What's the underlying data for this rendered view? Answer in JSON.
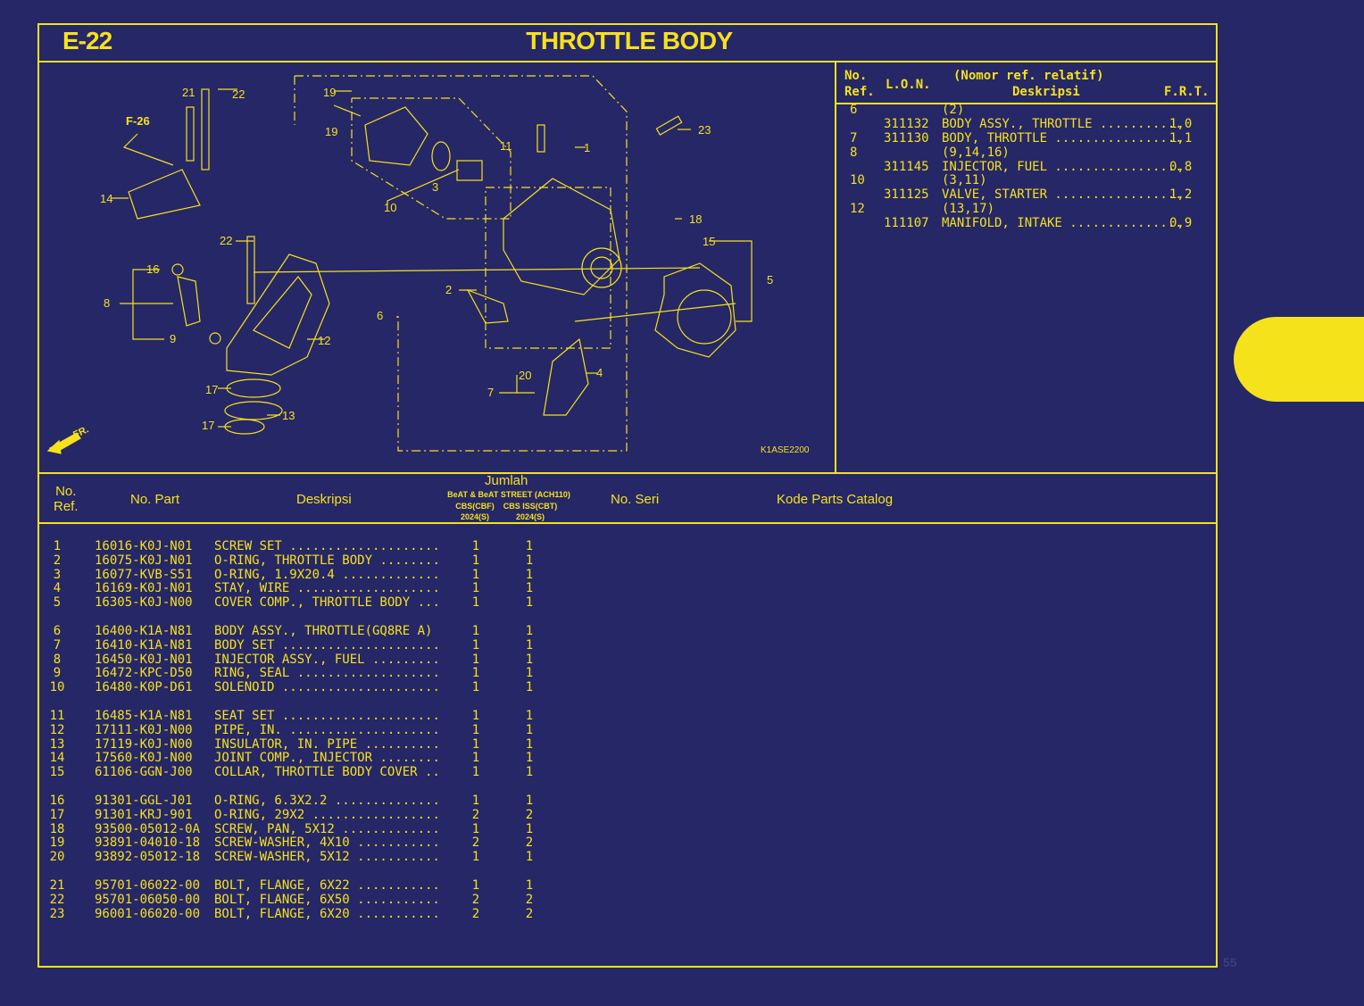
{
  "header": {
    "code": "E-22",
    "title": "THROTTLE BODY"
  },
  "diagram": {
    "code": "K1ASE2200",
    "labels": [
      "21",
      "22",
      "19",
      "19",
      "F-26",
      "14",
      "11",
      "3",
      "10",
      "1",
      "23",
      "18",
      "22",
      "16",
      "8",
      "9",
      "12",
      "6",
      "2",
      "15",
      "5",
      "20",
      "4",
      "7",
      "17",
      "13",
      "17",
      "FR."
    ]
  },
  "ref_table": {
    "headers": {
      "no_ref": [
        "No.",
        "Ref."
      ],
      "lon": "L.O.N.",
      "nomor": "(Nomor ref. relatif)",
      "desc": "Deskripsi",
      "frt": "F.R.T."
    },
    "rows": [
      {
        "ref": "6",
        "lon": "",
        "desc": "(2)",
        "frt": ""
      },
      {
        "ref": "",
        "lon": "311132",
        "desc": "BODY ASSY., THROTTLE ...........",
        "frt": "1,0"
      },
      {
        "ref": "7",
        "lon": "311130",
        "desc": "BODY, THROTTLE .................",
        "frt": "1,1"
      },
      {
        "ref": "8",
        "lon": "",
        "desc": "(9,14,16)",
        "frt": ""
      },
      {
        "ref": "",
        "lon": "311145",
        "desc": "INJECTOR, FUEL .................",
        "frt": "0,8"
      },
      {
        "ref": "10",
        "lon": "",
        "desc": "(3,11)",
        "frt": ""
      },
      {
        "ref": "",
        "lon": "311125",
        "desc": "VALVE, STARTER .................",
        "frt": "1,2"
      },
      {
        "ref": "12",
        "lon": "",
        "desc": "(13,17)",
        "frt": ""
      },
      {
        "ref": "",
        "lon": "111107",
        "desc": "MANIFOLD, INTAKE ...............",
        "frt": "0,9"
      }
    ]
  },
  "parts_header": {
    "no_ref": [
      "No.",
      "Ref."
    ],
    "no_part": "No. Part",
    "deskripsi": "Deskripsi",
    "jumlah": "Jumlah",
    "model": "BeAT & BeAT STREET (ACH110)",
    "col1": [
      "CBS(CBF)",
      "2024(S)"
    ],
    "col2": [
      "CBS ISS(CBT)",
      "2024(S)"
    ],
    "no_seri": "No. Seri",
    "kode": "Kode Parts Catalog"
  },
  "parts": [
    {
      "ref": "1",
      "part": "16016-K0J-N01",
      "desc": "SCREW SET",
      "q1": "1",
      "q2": "1"
    },
    {
      "ref": "2",
      "part": "16075-K0J-N01",
      "desc": "O-RING, THROTTLE BODY",
      "q1": "1",
      "q2": "1"
    },
    {
      "ref": "3",
      "part": "16077-KVB-S51",
      "desc": "O-RING, 1.9X20.4",
      "q1": "1",
      "q2": "1"
    },
    {
      "ref": "4",
      "part": "16169-K0J-N01",
      "desc": "STAY, WIRE",
      "q1": "1",
      "q2": "1"
    },
    {
      "ref": "5",
      "part": "16305-K0J-N00",
      "desc": "COVER COMP., THROTTLE BODY",
      "q1": "1",
      "q2": "1"
    },
    {
      "ref": "6",
      "part": "16400-K1A-N81",
      "desc": "BODY ASSY., THROTTLE(GQ8RE A)",
      "q1": "1",
      "q2": "1"
    },
    {
      "ref": "7",
      "part": "16410-K1A-N81",
      "desc": "BODY SET",
      "q1": "1",
      "q2": "1"
    },
    {
      "ref": "8",
      "part": "16450-K0J-N01",
      "desc": "INJECTOR ASSY., FUEL",
      "q1": "1",
      "q2": "1"
    },
    {
      "ref": "9",
      "part": "16472-KPC-D50",
      "desc": "RING, SEAL",
      "q1": "1",
      "q2": "1"
    },
    {
      "ref": "10",
      "part": "16480-K0P-D61",
      "desc": "SOLENOID",
      "q1": "1",
      "q2": "1"
    },
    {
      "ref": "11",
      "part": "16485-K1A-N81",
      "desc": "SEAT SET",
      "q1": "1",
      "q2": "1"
    },
    {
      "ref": "12",
      "part": "17111-K0J-N00",
      "desc": "PIPE, IN.",
      "q1": "1",
      "q2": "1"
    },
    {
      "ref": "13",
      "part": "17119-K0J-N00",
      "desc": "INSULATOR, IN. PIPE",
      "q1": "1",
      "q2": "1"
    },
    {
      "ref": "14",
      "part": "17560-K0J-N00",
      "desc": "JOINT COMP., INJECTOR",
      "q1": "1",
      "q2": "1"
    },
    {
      "ref": "15",
      "part": "61106-GGN-J00",
      "desc": "COLLAR, THROTTLE BODY COVER",
      "q1": "1",
      "q2": "1"
    },
    {
      "ref": "16",
      "part": "91301-GGL-J01",
      "desc": "O-RING, 6.3X2.2",
      "q1": "1",
      "q2": "1"
    },
    {
      "ref": "17",
      "part": "91301-KRJ-901",
      "desc": "O-RING, 29X2",
      "q1": "2",
      "q2": "2"
    },
    {
      "ref": "18",
      "part": "93500-05012-0A",
      "desc": "SCREW, PAN, 5X12",
      "q1": "1",
      "q2": "1"
    },
    {
      "ref": "19",
      "part": "93891-04010-18",
      "desc": "SCREW-WASHER, 4X10",
      "q1": "2",
      "q2": "2"
    },
    {
      "ref": "20",
      "part": "93892-05012-18",
      "desc": "SCREW-WASHER, 5X12",
      "q1": "1",
      "q2": "1"
    },
    {
      "ref": "21",
      "part": "95701-06022-00",
      "desc": "BOLT, FLANGE, 6X22",
      "q1": "1",
      "q2": "1"
    },
    {
      "ref": "22",
      "part": "95701-06050-00",
      "desc": "BOLT, FLANGE, 6X50",
      "q1": "2",
      "q2": "2"
    },
    {
      "ref": "23",
      "part": "96001-06020-00",
      "desc": "BOLT, FLANGE, 6X20",
      "q1": "2",
      "q2": "2"
    }
  ],
  "page_number": "55"
}
